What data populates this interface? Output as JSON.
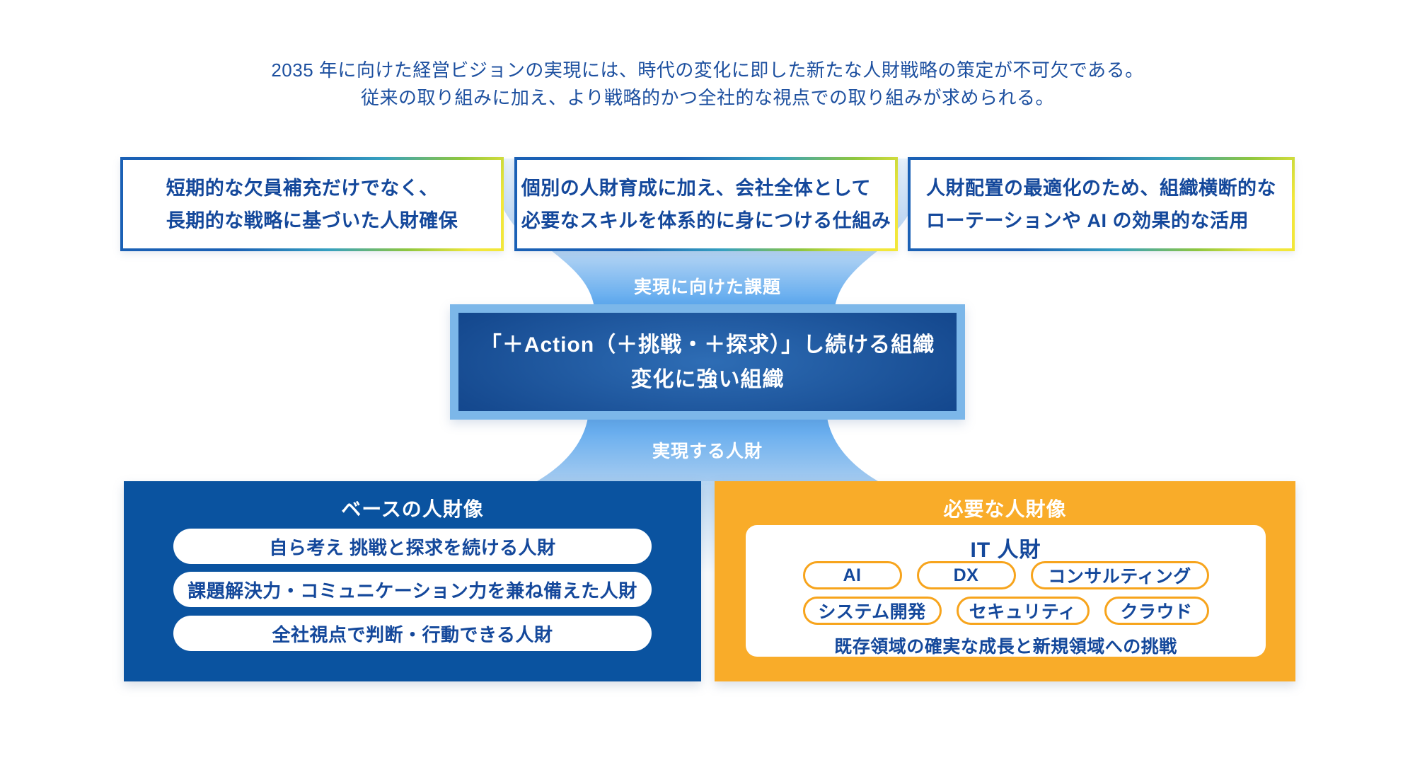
{
  "intro": {
    "line1": "2035 年に向けた経営ビジョンの実現には、時代の変化に即した新たな人財戦略の策定が不可欠である。",
    "line2": "従来の取り組みに加え、より戦略的かつ全社的な視点での取り組みが求められる。"
  },
  "challenge_boxes": [
    {
      "line1": "短期的な欠員補充だけでなく、",
      "line2": "長期的な戦略に基づいた人財確保"
    },
    {
      "line1": "個別の人財育成に加え、会社全体として",
      "line2": "必要なスキルを体系的に身につける仕組み"
    },
    {
      "line1": "人財配置の最適化のため、組織横断的な",
      "line2": "ローテーションや AI の効果的な活用"
    }
  ],
  "funnel": {
    "top_label": "実現に向けた課題",
    "bottom_label": "実現する人財"
  },
  "center_box": {
    "line1": "「＋Action（＋挑戦・＋探求）」し続ける組織",
    "line2": "変化に強い組織"
  },
  "base_panel": {
    "title": "ベースの人財像",
    "items": [
      "自ら考え 挑戦と探求を続ける人財",
      "課題解決力・コミュニケーション力を兼ね備えた人財",
      "全社視点で判断・行動できる人財"
    ]
  },
  "required_panel": {
    "title": "必要な人財像",
    "card_title": "IT 人財",
    "skills_row1": [
      "AI",
      "DX",
      "コンサルティング"
    ],
    "skills_row2": [
      "システム開発",
      "セキュリティ",
      "クラウド"
    ],
    "card_note": "既存領域の確実な成長と新規領域への挑戦"
  },
  "colors": {
    "heading_text": "#1c4f9f",
    "box_text": "#14489b",
    "box_border_gradient": [
      "#1a60b5",
      "#35a0c0",
      "#8dc63f",
      "#f2e73a"
    ],
    "funnel_light": "#d9eafa",
    "funnel_blue": "#58a6ee",
    "center_box_border": "#7cb7e9",
    "center_box_fill": "#15498f",
    "base_panel_fill": "#0a53a0",
    "required_panel_fill": "#f9ac29",
    "skill_pill_border": "#f7a41c"
  }
}
